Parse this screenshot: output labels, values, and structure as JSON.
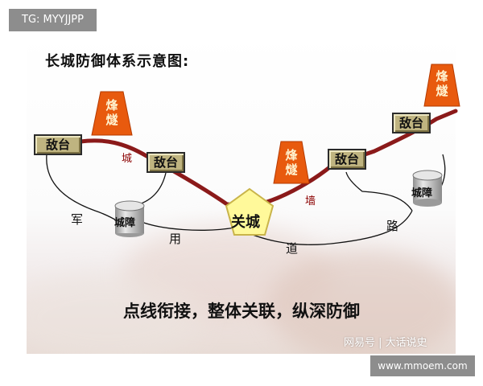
{
  "watermark_tl": "TG: MYYJJPP",
  "watermark_br": "www.mmoem.com",
  "title": "长城防御体系示意图:",
  "slogan": "点线衔接，整体关联，纵深防御",
  "credit": "网易号 | 大话说史",
  "towers": [
    "敌台",
    "敌台",
    "敌台",
    "敌台"
  ],
  "beacons": [
    "烽燧",
    "烽燧",
    "烽燧"
  ],
  "forts": [
    "城障",
    "城障"
  ],
  "gate": "关城",
  "wall_chars": [
    "城",
    "墙"
  ],
  "road_chars": [
    "军",
    "用",
    "道",
    "路"
  ],
  "colors": {
    "wall": "#8b1a1a",
    "tower_fill": "#bfb480",
    "beacon_fill": "#e85a0e",
    "gate_fill": "#fff99a",
    "fort_fill": "#c8c8c8"
  },
  "icons": {
    "tower": "brick-watchtower-icon",
    "beacon": "beacon-tower-icon",
    "fort": "cylinder-fort-icon",
    "gate": "pentagon-gate-icon"
  }
}
